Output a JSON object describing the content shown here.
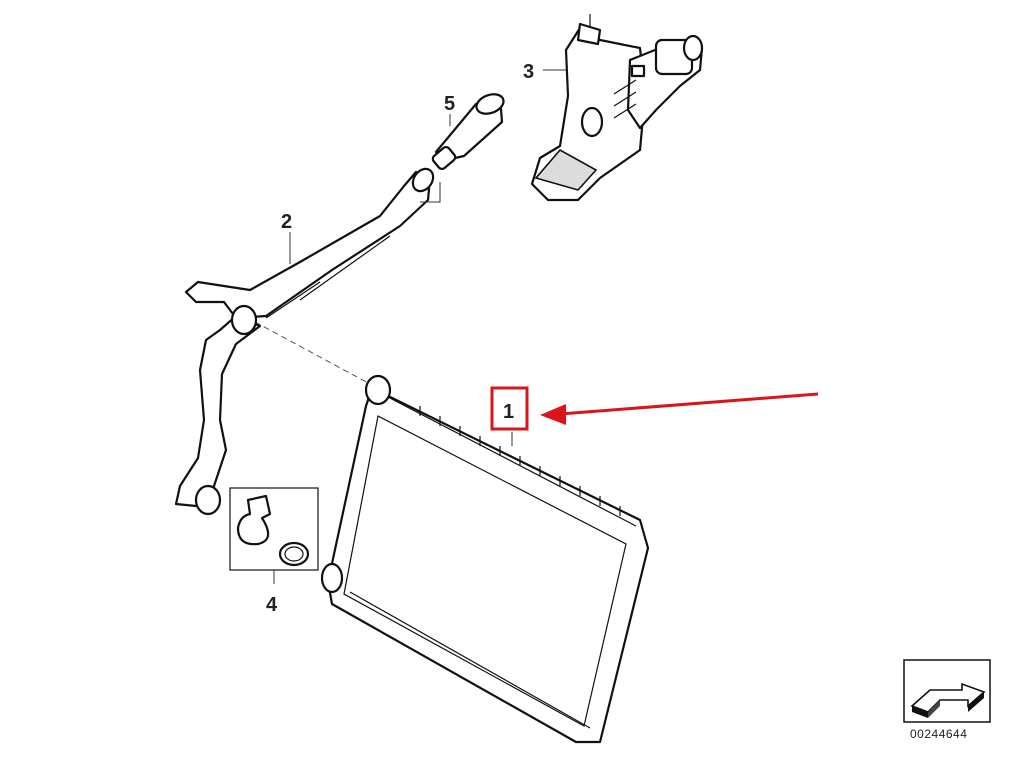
{
  "diagram": {
    "callouts": [
      {
        "id": "1",
        "label": "1"
      },
      {
        "id": "2",
        "label": "2"
      },
      {
        "id": "3",
        "label": "3"
      },
      {
        "id": "4",
        "label": "4"
      },
      {
        "id": "5",
        "label": "5"
      }
    ],
    "highlight": {
      "target": "1",
      "color": "#d9141b"
    },
    "arrow_color": "#d9141b",
    "reference_number": "00244644",
    "corner_icon": "direction-arrow-icon"
  }
}
